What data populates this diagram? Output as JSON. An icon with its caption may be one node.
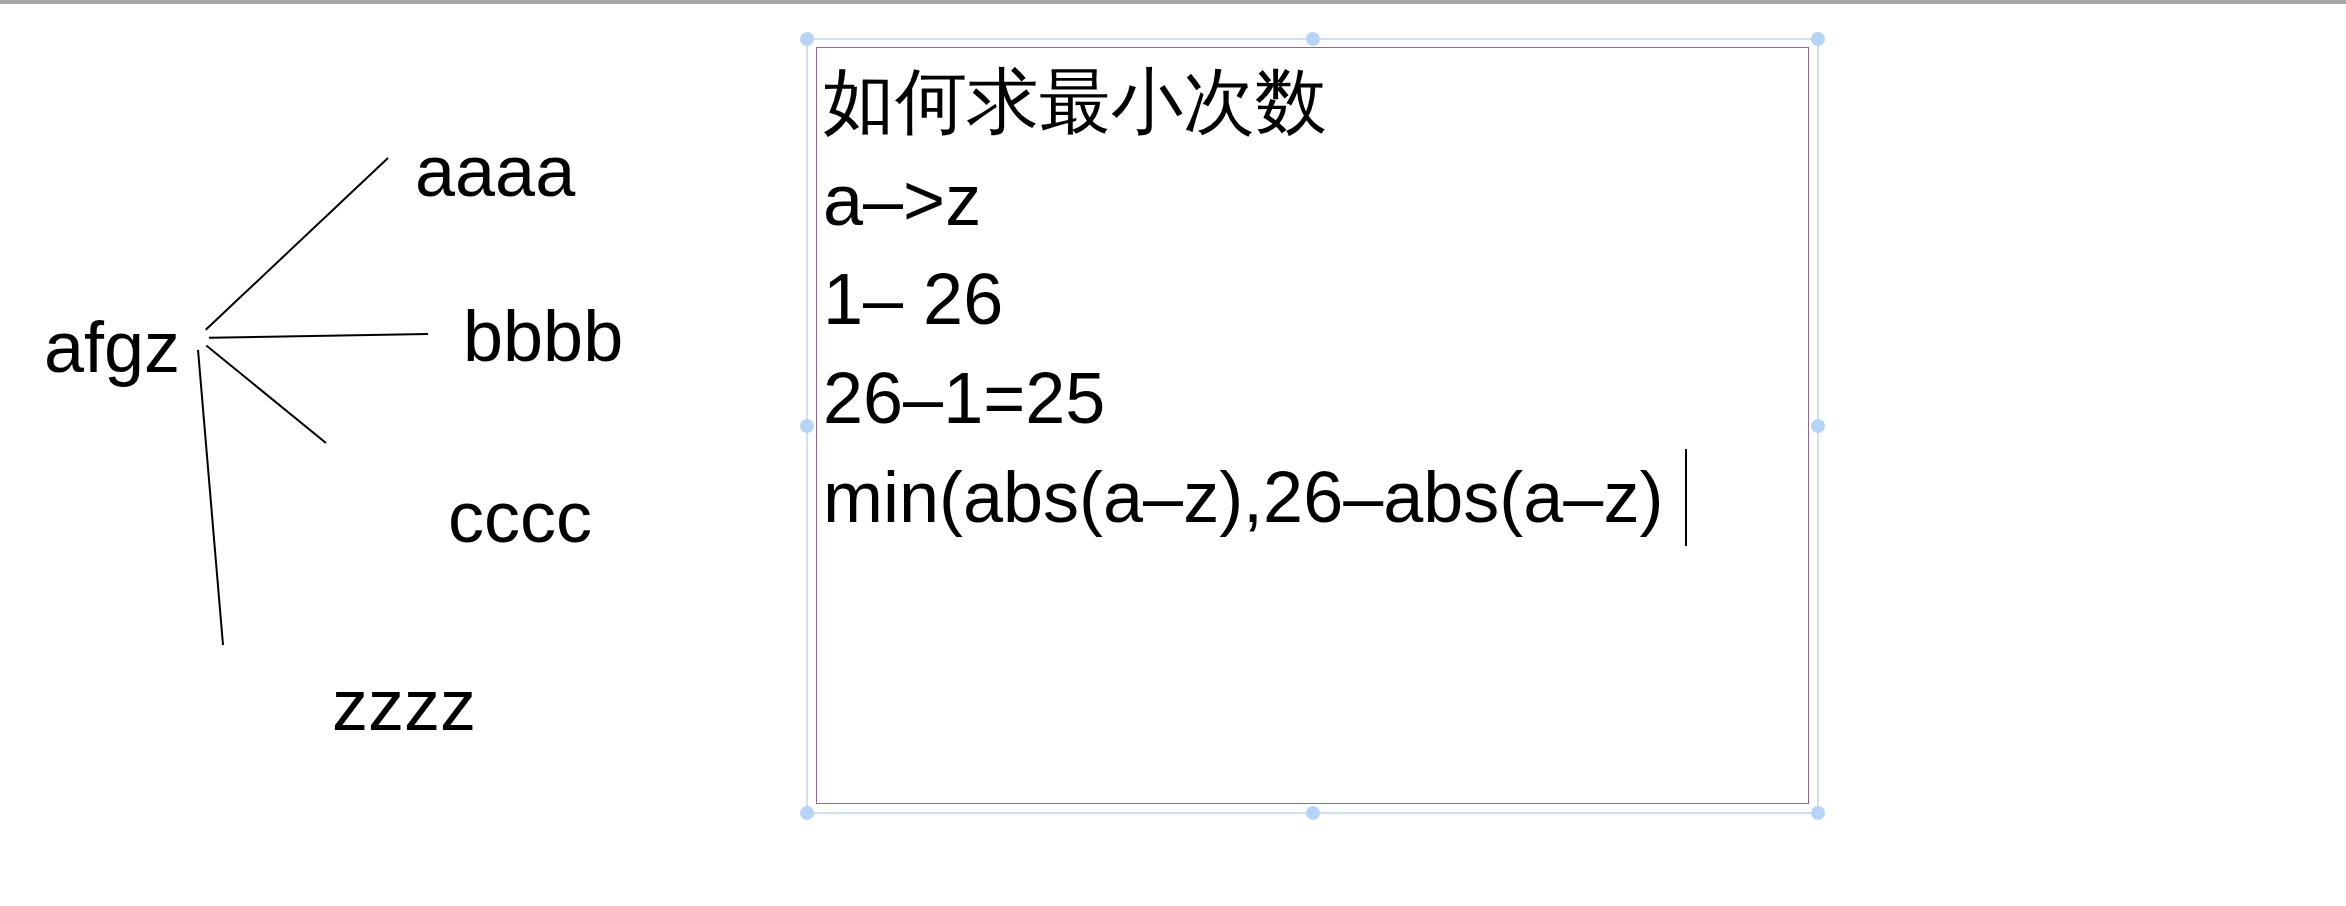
{
  "diagram": {
    "nodes": [
      {
        "text": [
          "afgz"
        ]
      },
      {
        "text": [
          "aaaa"
        ]
      },
      {
        "text": [
          "bbbb"
        ]
      },
      {
        "text": [
          "cccc"
        ]
      },
      {
        "text": [
          "zzzz"
        ]
      },
      {
        "text": [
          "如何求最小次数",
          "a–>z",
          "1– 26",
          "26–1=25",
          "min(abs(a–z),26–abs(a–z)"
        ]
      }
    ],
    "edges": [
      {
        "from": 0,
        "to": 1,
        "arrow": "none"
      },
      {
        "from": 0,
        "to": 2,
        "arrow": "none"
      },
      {
        "from": 0,
        "to": 3,
        "arrow": "none"
      },
      {
        "from": 0,
        "to": 4,
        "arrow": "none"
      }
    ]
  }
}
